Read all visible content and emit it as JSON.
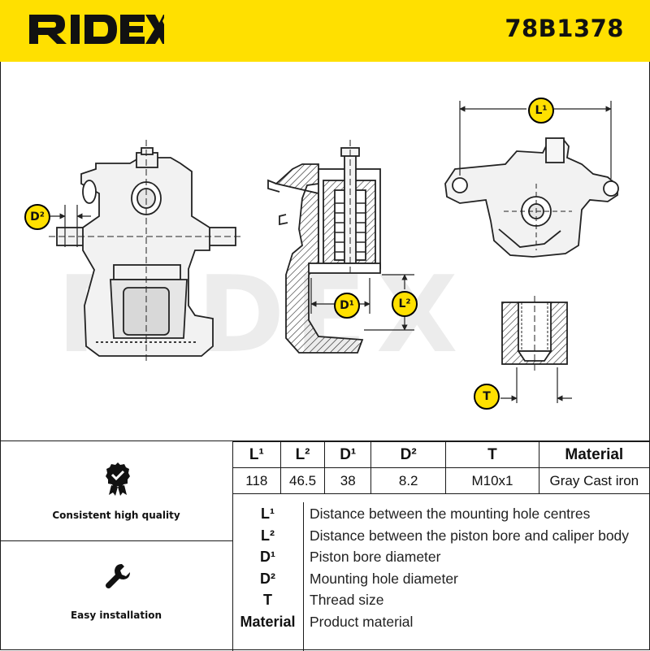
{
  "header": {
    "brand": "RIDEX",
    "part_number": "78B1378",
    "colors": {
      "brand_yellow": "#ffe000",
      "ink": "#1a1a1a"
    }
  },
  "drawing": {
    "watermark": "RIDEX",
    "dimension_labels": {
      "l1": "L¹",
      "l2": "L²",
      "d1": "D¹",
      "d2": "D²",
      "t": "T"
    }
  },
  "features": [
    {
      "icon": "shield-check-icon",
      "label": "Consistent high quality"
    },
    {
      "icon": "wrench-icon",
      "label": "Easy installation"
    }
  ],
  "specs": {
    "headers": [
      "L¹",
      "L²",
      "D¹",
      "D²",
      "T",
      "Material"
    ],
    "values": [
      "118",
      "46.5",
      "38",
      "8.2",
      "M10x1",
      "Gray Cast iron"
    ]
  },
  "legend": [
    {
      "key": "L¹",
      "description": "Distance between the mounting hole centres"
    },
    {
      "key": "L²",
      "description": "Distance between the piston bore and caliper body"
    },
    {
      "key": "D¹",
      "description": "Piston bore diameter"
    },
    {
      "key": "D²",
      "description": "Mounting hole diameter"
    },
    {
      "key": "T",
      "description": "Thread size"
    },
    {
      "key": "Material",
      "description": "Product material"
    }
  ]
}
